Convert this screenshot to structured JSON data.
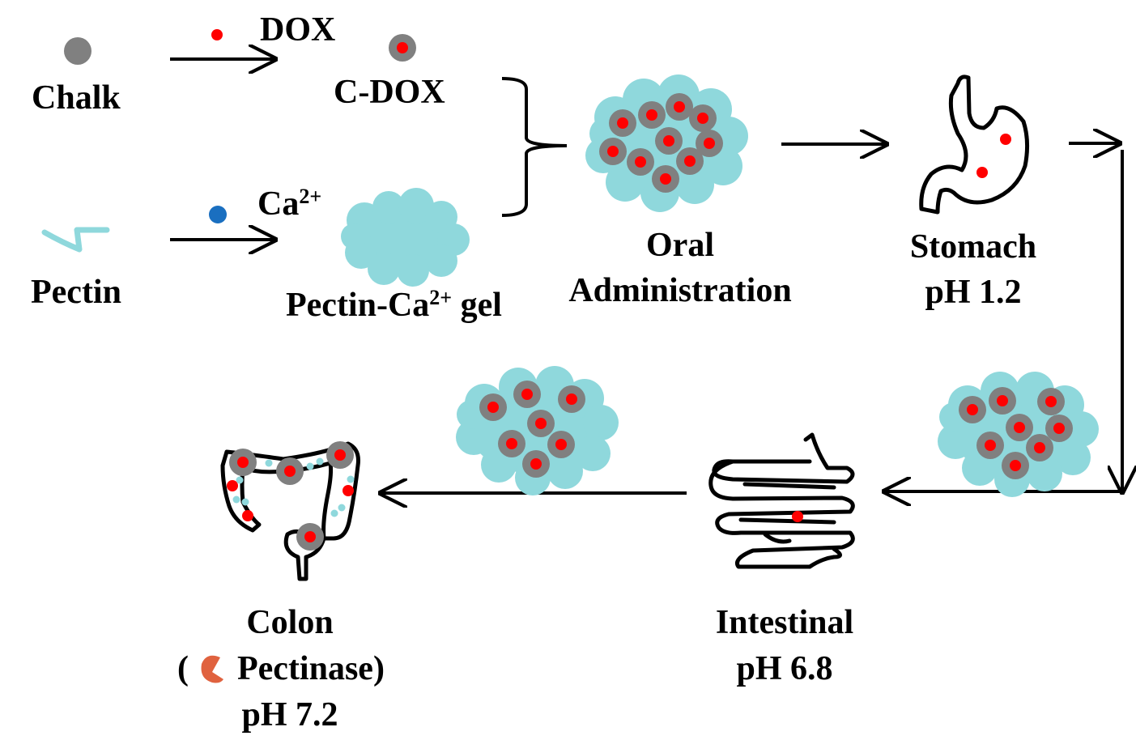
{
  "labels": {
    "chalk": "Chalk",
    "dox": "DOX",
    "c_dox": "C-DOX",
    "pectin": "Pectin",
    "ca_base": "Ca",
    "ca_sup": "2+",
    "gel_pre": "Pectin-Ca",
    "gel_sup": "2+",
    "gel_post": " gel",
    "oral": "Oral",
    "administration": "Administration",
    "stomach": "Stomach",
    "stomach_ph": "pH 1.2",
    "intestinal": "Intestinal",
    "intestinal_ph": "pH 6.8",
    "colon": "Colon",
    "paren_open": "(",
    "pectinase": "Pectinase)",
    "colon_ph": "pH 7.2"
  },
  "colors": {
    "chalk": "#808080",
    "dox": "#ff0000",
    "calcium": "#1a6fc0",
    "pectin_gel": "#8fd8dc",
    "pectinase": "#e0623f",
    "line": "#000000"
  }
}
